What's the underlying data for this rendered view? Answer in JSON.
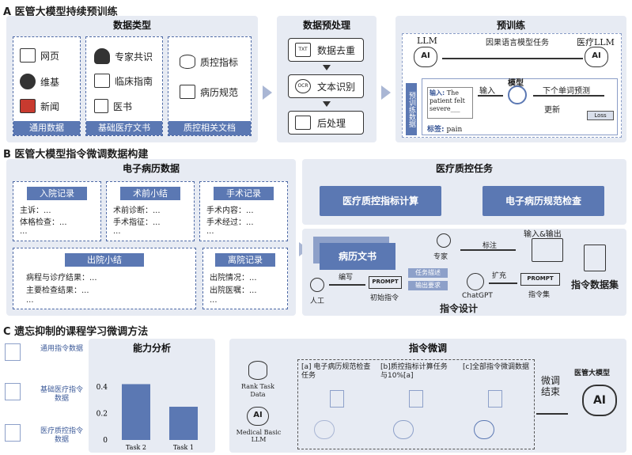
{
  "sectionA": {
    "title": "A 医管大模型持续预训练",
    "data_types": {
      "head": "数据类型",
      "col1": {
        "items": [
          "网页",
          "维基",
          "新闻"
        ],
        "label": "通用数据"
      },
      "col2": {
        "items": [
          "专家共识",
          "临床指南",
          "医书"
        ],
        "label": "基础医疗文书"
      },
      "col3": {
        "items": [
          "质控指标",
          "病历规范"
        ],
        "label": "质控相关文档"
      }
    },
    "preprocess": {
      "head": "数据预处理",
      "steps": [
        "数据去重",
        "文本识别",
        "后处理"
      ],
      "icon_labels": [
        "TXT",
        "OCR"
      ]
    },
    "pretrain": {
      "head": "预训练",
      "llm_left": "LLM",
      "llm_right": "医疗LLM",
      "objective": "因果语言模型任务",
      "ai": "AI",
      "side_label": "预训练数据",
      "input_prefix": "输入:",
      "input_text": "The patient felt severe___",
      "input_label": "输入",
      "model_label": "模型",
      "next_word": "下个单词预测",
      "update": "更新",
      "loss": "Loss",
      "tag_label": "标签:",
      "tag_value": "pain"
    }
  },
  "sectionB": {
    "title": "B 医管大模型指令微调数据构建",
    "emr": {
      "head": "电子病历数据",
      "records": [
        {
          "title": "入院记录",
          "lines": [
            "主诉：...",
            "体格检查：...",
            "..."
          ]
        },
        {
          "title": "术前小结",
          "lines": [
            "术前诊断：...",
            "手术指征：...",
            "..."
          ]
        },
        {
          "title": "手术记录",
          "lines": [
            "手术内容：...",
            "手术经过：...",
            "..."
          ]
        },
        {
          "title": "出院小结",
          "lines": [
            "病程与诊疗结果：...",
            "主要检查结果：...",
            "..."
          ]
        },
        {
          "title": "离院记录",
          "lines": [
            "出院情况：...",
            "出院医嘱：...",
            "..."
          ]
        }
      ]
    },
    "qc_tasks": {
      "head": "医疗质控任务",
      "task1": "医疗质控指标计算",
      "task2": "电子病历规范检查"
    },
    "instruction": {
      "doc": "病历文书",
      "expert": "专家",
      "annotate": "标注",
      "io": "输入&输出",
      "human": "人工",
      "write": "编写",
      "prompt": "PROMPT",
      "initial": "初始指令",
      "task_desc": "任务描述",
      "output_req": "输出要求",
      "expand": "扩充",
      "chatgpt": "ChatGPT",
      "inst_set": "指令集",
      "dataset": "指令数据集",
      "design": "指令设计"
    }
  },
  "sectionC": {
    "title": "C 遗忘抑制的课程学习微调方法",
    "left_items": [
      "通用指令数据",
      "基础医疗指令数据",
      "医疗质控指令数据"
    ],
    "ability": {
      "head": "能力分析",
      "chart_data": {
        "type": "bar",
        "categories": [
          "Task 2",
          "Task 1"
        ],
        "values": [
          0.42,
          0.25
        ],
        "ylim": [
          0,
          0.5
        ],
        "yticks": [
          "0",
          "0.2",
          "0.4"
        ],
        "colors": [
          "#5b78b3",
          "#5b78b3"
        ]
      }
    },
    "finetune": {
      "head": "指令微调",
      "rank": "Rank Task Data",
      "medical_llm": "Medical Basic LLM",
      "ai": "AI",
      "stage_a": "[a] 电子病历规范检查任务",
      "stage_b": "[b]质控指标计算任务与10%[a]",
      "stage_c": "[c]全部指令微调数据",
      "finish": "微调结束",
      "final_model": "医管大模型",
      "final_ai": "AI"
    }
  }
}
